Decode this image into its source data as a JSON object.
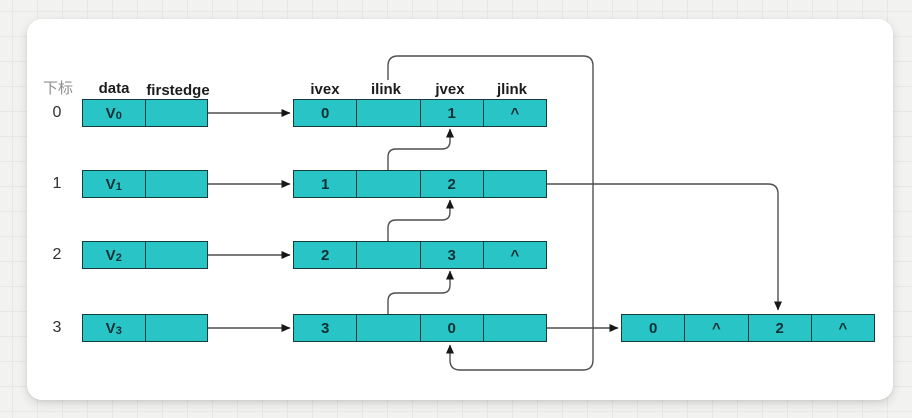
{
  "headers": {
    "index": "下标",
    "vertex": [
      "data",
      "firstedge"
    ],
    "edge": [
      "ivex",
      "ilink",
      "jvex",
      "jlink"
    ]
  },
  "rows": [
    {
      "index": "0",
      "vertex": {
        "data": "V",
        "sub": "0",
        "firstedge": ""
      },
      "edge": [
        "0",
        "",
        "1",
        "^"
      ]
    },
    {
      "index": "1",
      "vertex": {
        "data": "V",
        "sub": "1",
        "firstedge": ""
      },
      "edge": [
        "1",
        "",
        "2",
        ""
      ]
    },
    {
      "index": "2",
      "vertex": {
        "data": "V",
        "sub": "2",
        "firstedge": ""
      },
      "edge": [
        "2",
        "",
        "3",
        "^"
      ]
    },
    {
      "index": "3",
      "vertex": {
        "data": "V",
        "sub": "3",
        "firstedge": ""
      },
      "edge": [
        "3",
        "",
        "0",
        ""
      ]
    }
  ],
  "extra_edge_node": [
    "0",
    "^",
    "2",
    "^"
  ],
  "links": [
    {
      "from": "v0.firstedge",
      "to": "edge(0,1)"
    },
    {
      "from": "v1.firstedge",
      "to": "edge(1,2)"
    },
    {
      "from": "v2.firstedge",
      "to": "edge(2,3)"
    },
    {
      "from": "v3.firstedge",
      "to": "edge(3,0)"
    },
    {
      "from": "edge(0,1).ilink",
      "to": "edge(3,0)"
    },
    {
      "from": "edge(1,2).ilink",
      "to": "edge(0,1)"
    },
    {
      "from": "edge(2,3).ilink",
      "to": "edge(1,2)"
    },
    {
      "from": "edge(3,0).ilink",
      "to": "edge(2,3)"
    },
    {
      "from": "edge(1,2).jlink",
      "to": "edge(0,2)"
    },
    {
      "from": "edge(3,0).jlink",
      "to": "edge(0,2)"
    }
  ],
  "colors": {
    "node_fill": "#29c4c6",
    "node_border": "#143c3c",
    "connector": "#4f4f4f",
    "card_bg": "#ffffff",
    "page_bg": "#f2f2f0",
    "index_header_gray": "#8f8f8f"
  }
}
